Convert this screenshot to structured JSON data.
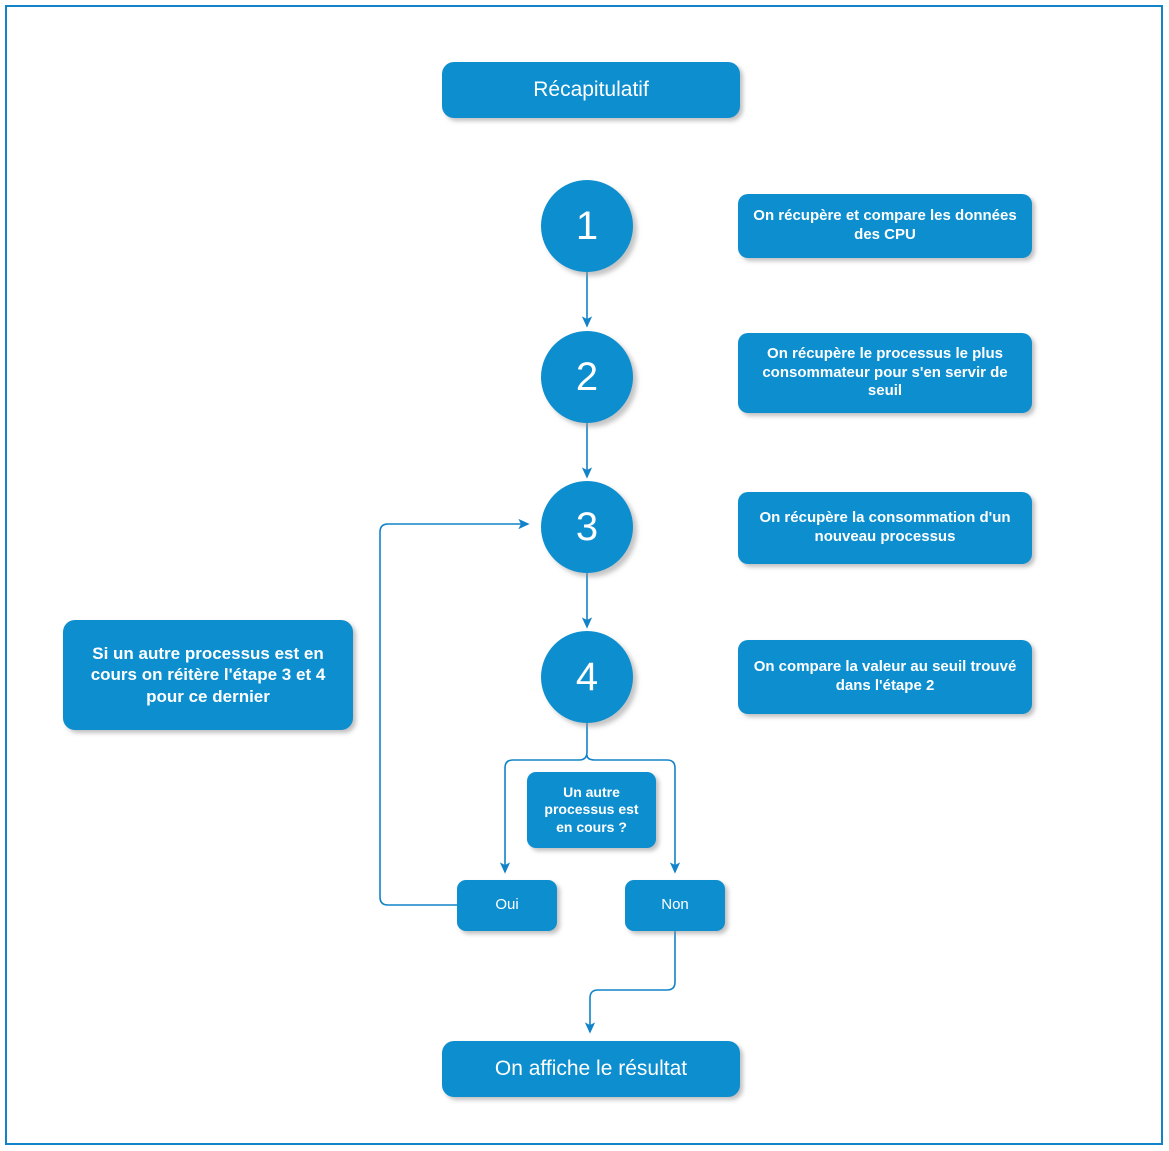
{
  "diagram": {
    "title_node": {
      "label": "Récapitulatif"
    },
    "steps": [
      {
        "number": "1",
        "note": "On récupère et compare les données des CPU"
      },
      {
        "number": "2",
        "note": "On récupère le processus le plus consommateur pour s'en servir de seuil"
      },
      {
        "number": "3",
        "note": "On récupère la consommation d'un nouveau processus"
      },
      {
        "number": "4",
        "note": "On compare la valeur au seuil trouvé dans l'étape 2"
      }
    ],
    "loop_note": {
      "label": "Si un autre processus est en cours on réitère l'étape 3 et 4 pour ce dernier"
    },
    "decision": {
      "label": "Un autre processus est en cours ?"
    },
    "branches": [
      {
        "label": "Oui"
      },
      {
        "label": "Non"
      }
    ],
    "result_node": {
      "label": "On affiche le résultat"
    },
    "colors": {
      "node_fill": "#0d8ecf",
      "connector": "#1283c8",
      "frame": "#1283c8",
      "text": "#ffffff",
      "background": "#ffffff"
    }
  }
}
